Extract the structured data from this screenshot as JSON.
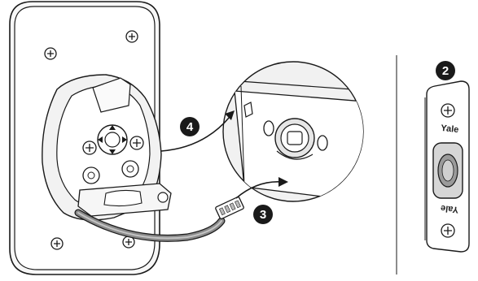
{
  "steps": {
    "step_2": "2",
    "step_3": "3",
    "step_4": "4"
  },
  "brand": {
    "top": "Yale",
    "bottom": "Yale"
  },
  "colors": {
    "line": "#1a1a1a",
    "badge": "#1a1a1a",
    "fill_light": "#f4f4f4",
    "fill_mid": "#d9d9d9",
    "cable_dark": "#6b6b6b",
    "cable_light": "#bdbdbd"
  }
}
